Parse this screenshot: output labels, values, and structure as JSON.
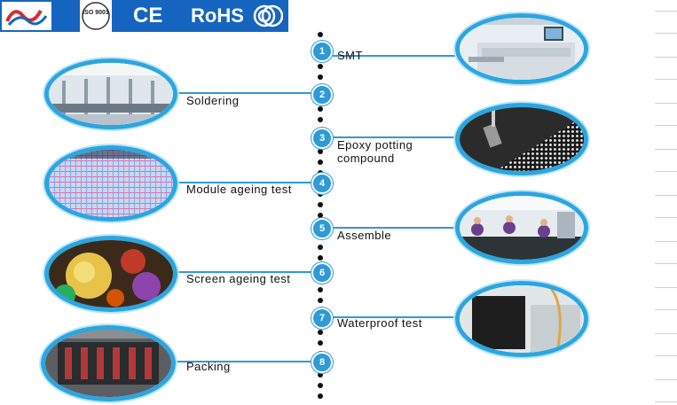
{
  "header": {
    "logo_icon": "company-logo",
    "iso_badge_text": "ISO 9001",
    "ce_mark": "CE",
    "rohs_mark": "RoHS",
    "fcc_icon": "fcc-mark"
  },
  "steps": [
    {
      "number": "1",
      "label": "SMT"
    },
    {
      "number": "2",
      "label": "Soldering"
    },
    {
      "number": "3",
      "label": "Epoxy potting compound"
    },
    {
      "number": "4",
      "label": "Module ageing test"
    },
    {
      "number": "5",
      "label": "Assemble"
    },
    {
      "number": "6",
      "label": "Screen ageing test"
    },
    {
      "number": "7",
      "label": "Waterproof test"
    },
    {
      "number": "8",
      "label": "Packing"
    }
  ],
  "colors": {
    "accent": "#2aa6e0",
    "banner": "#1565c0"
  }
}
